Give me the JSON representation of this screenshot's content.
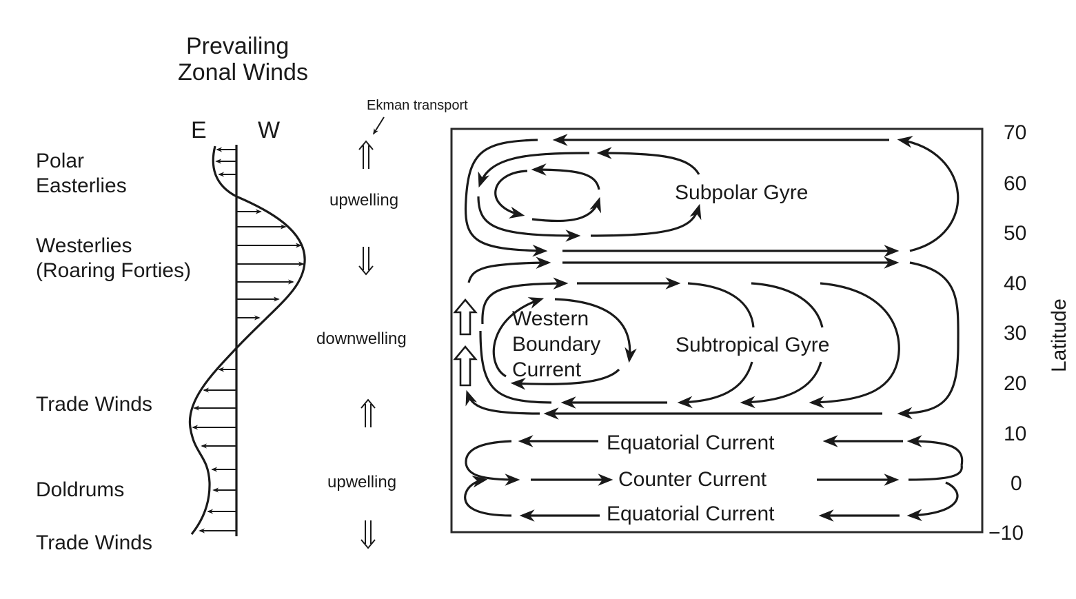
{
  "winds_panel": {
    "title_line1": "Prevailing",
    "title_line2": "Zonal Winds",
    "axis_left": "E",
    "axis_right": "W",
    "belts": [
      {
        "line1": "Polar",
        "line2": "Easterlies"
      },
      {
        "line1": "Westerlies",
        "line2": "(Roaring Forties)"
      },
      {
        "line1": "Trade Winds"
      },
      {
        "line1": "Doldrums"
      },
      {
        "line1": "Trade Winds"
      }
    ]
  },
  "ekman_panel": {
    "annotation": "Ekman transport",
    "zones": [
      {
        "label": "upwelling",
        "arrow_top": "up",
        "arrow_bottom": "down"
      },
      {
        "label": "downwelling"
      },
      {
        "label": "upwelling",
        "arrow_top": "up",
        "arrow_bottom": "down"
      }
    ]
  },
  "ocean_panel": {
    "gyres": {
      "subpolar": "Subpolar Gyre",
      "subtropical": "Subtropical Gyre",
      "western_boundary_line1": "Western",
      "western_boundary_line2": "Boundary",
      "western_boundary_line3": "Current"
    },
    "equatorial": {
      "north": "Equatorial Current",
      "counter": "Counter Current",
      "south": "Equatorial Current"
    },
    "axis": {
      "label": "Latitude",
      "ticks": [
        "70",
        "60",
        "50",
        "40",
        "30",
        "20",
        "10",
        "0",
        "−10"
      ]
    }
  }
}
